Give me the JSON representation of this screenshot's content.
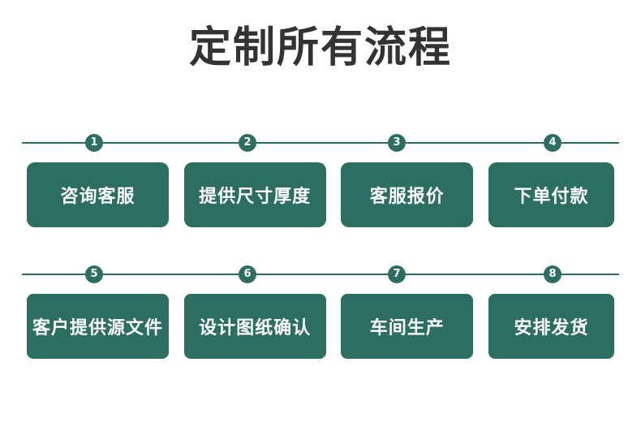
{
  "header": {
    "title": "定制所有流程"
  },
  "theme": {
    "accent": "#2d6e63",
    "background": "#ffffff",
    "title_color": "#333333",
    "card_text_color": "#ffffff"
  },
  "flow": {
    "rows": [
      {
        "steps": [
          {
            "number": "1",
            "label": "咨询客服"
          },
          {
            "number": "2",
            "label": "提供尺寸厚度"
          },
          {
            "number": "3",
            "label": "客服报价"
          },
          {
            "number": "4",
            "label": "下单付款"
          }
        ]
      },
      {
        "steps": [
          {
            "number": "5",
            "label": "客户提供源文件"
          },
          {
            "number": "6",
            "label": "设计图纸确认"
          },
          {
            "number": "7",
            "label": "车间生产"
          },
          {
            "number": "8",
            "label": "安排发货"
          }
        ]
      }
    ]
  }
}
